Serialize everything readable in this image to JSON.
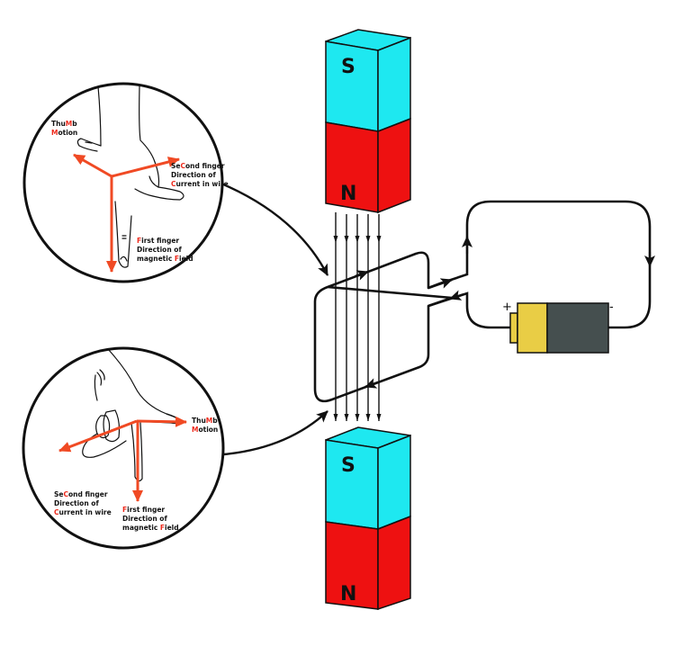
{
  "title": "Fleming's Left Hand Rule - Motor Effect",
  "colors": {
    "magnet_south": "#1ee8f0",
    "magnet_north": "#ee1111",
    "vector_arrow": "#f04a24",
    "label_highlight": "#ee2a1c",
    "battery_positive": "#e9cd45",
    "battery_negative": "#454f4f"
  },
  "magnets": {
    "top": {
      "south_label": "S",
      "north_label": "N"
    },
    "bottom": {
      "south_label": "S",
      "north_label": "N"
    }
  },
  "battery": {
    "positive_label": "+",
    "negative_label": "-"
  },
  "hand_top": {
    "thumb": [
      {
        "parts": [
          {
            "t": "Thu"
          },
          {
            "t": "M",
            "hl": true
          },
          {
            "t": "b"
          }
        ]
      },
      {
        "parts": [
          {
            "t": "M",
            "hl": true
          },
          {
            "t": "otion"
          }
        ]
      }
    ],
    "second": [
      {
        "parts": [
          {
            "t": "Se"
          },
          {
            "t": "C",
            "hl": true
          },
          {
            "t": "ond finger"
          }
        ]
      },
      {
        "parts": [
          {
            "t": "Direction of"
          }
        ]
      },
      {
        "parts": [
          {
            "t": "C",
            "hl": true
          },
          {
            "t": "urrent in wire"
          }
        ]
      }
    ],
    "first": [
      {
        "parts": [
          {
            "t": "F",
            "hl": true
          },
          {
            "t": "irst finger"
          }
        ]
      },
      {
        "parts": [
          {
            "t": "Direction of"
          }
        ]
      },
      {
        "parts": [
          {
            "t": "magnetic "
          },
          {
            "t": "F",
            "hl": true
          },
          {
            "t": "ield"
          }
        ]
      }
    ]
  },
  "hand_bottom": {
    "thumb": [
      {
        "parts": [
          {
            "t": "Thu"
          },
          {
            "t": "M",
            "hl": true
          },
          {
            "t": "b"
          }
        ]
      },
      {
        "parts": [
          {
            "t": "M",
            "hl": true
          },
          {
            "t": "otion"
          }
        ]
      }
    ],
    "second": [
      {
        "parts": [
          {
            "t": "Se"
          },
          {
            "t": "C",
            "hl": true
          },
          {
            "t": "ond finger"
          }
        ]
      },
      {
        "parts": [
          {
            "t": "Direction of"
          }
        ]
      },
      {
        "parts": [
          {
            "t": "C",
            "hl": true
          },
          {
            "t": "urrent in wire"
          }
        ]
      }
    ],
    "first": [
      {
        "parts": [
          {
            "t": "F",
            "hl": true
          },
          {
            "t": "irst finger"
          }
        ]
      },
      {
        "parts": [
          {
            "t": "Direction of"
          }
        ]
      },
      {
        "parts": [
          {
            "t": "magnetic "
          },
          {
            "t": "F",
            "hl": true
          },
          {
            "t": "ield"
          }
        ]
      }
    ]
  },
  "field_lines_count": 5
}
